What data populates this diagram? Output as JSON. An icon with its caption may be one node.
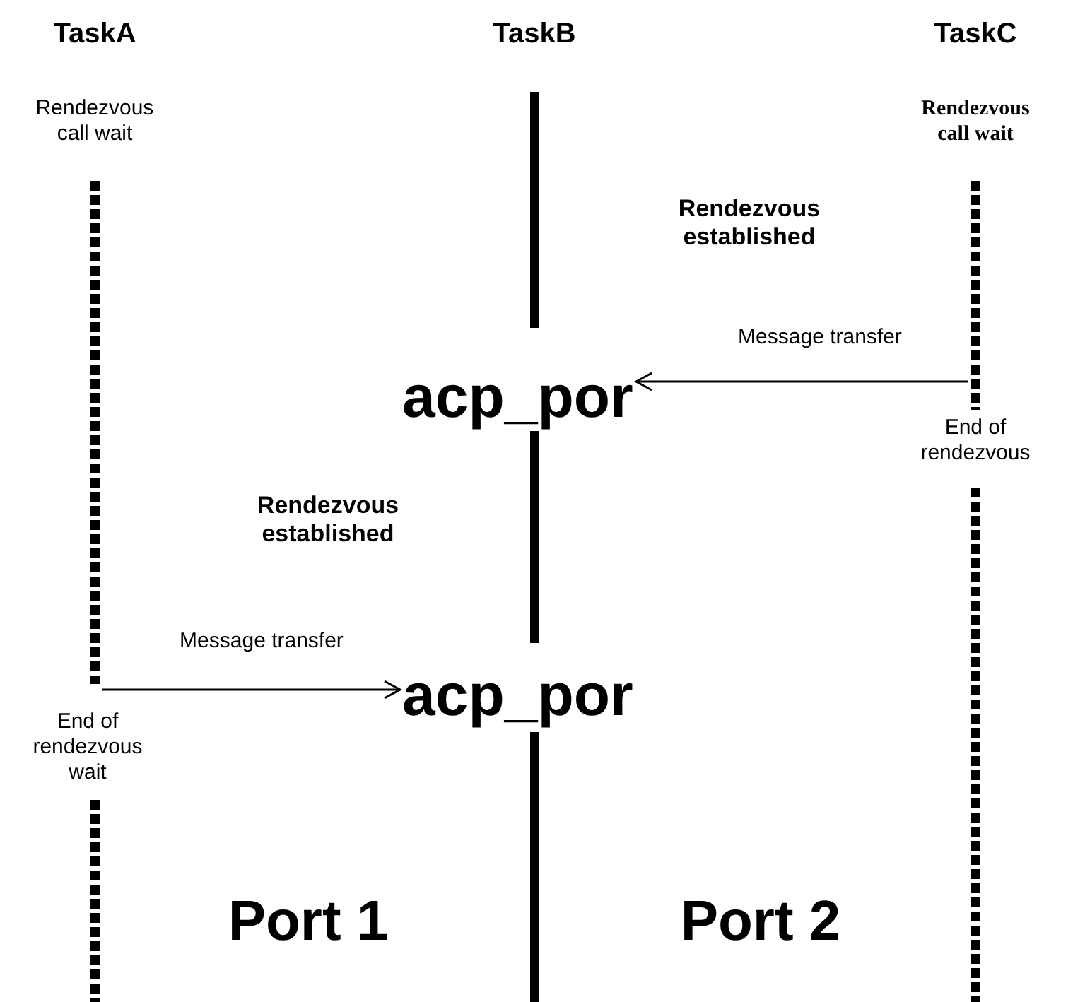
{
  "diagram": {
    "nodes": [
      {
        "text": [
          "acp_por"
        ]
      },
      {
        "text": [
          "acp_por"
        ]
      }
    ],
    "edges": [
      {
        "from": null,
        "to": 0,
        "arrow": "to",
        "label": "Message transfer"
      },
      {
        "from": null,
        "to": 1,
        "arrow": "to",
        "label": "Message transfer"
      }
    ],
    "labels": [
      "TaskA",
      "TaskB",
      "TaskC",
      "Rendezvous call wait",
      "Rendezvous call wait",
      "Rendezvous established",
      "End of rendezvous",
      "Rendezvous established",
      "End of rendezvous wait",
      "Port 1",
      "Port 2"
    ]
  }
}
